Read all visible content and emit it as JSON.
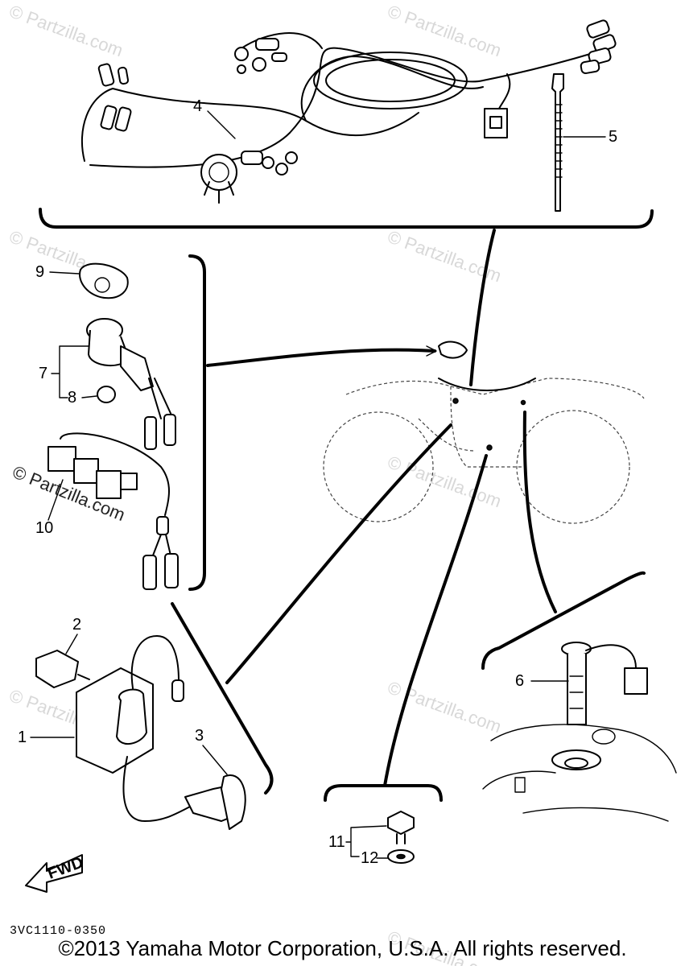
{
  "diagram": {
    "callouts": [
      "1",
      "2",
      "3",
      "4",
      "5",
      "6",
      "7",
      "8",
      "9",
      "10",
      "11",
      "12"
    ],
    "fwd_label": "FWD",
    "catalog_code": "3VC1110-0350",
    "watermark": "© Partzilla.com",
    "copyright": "©2013  Yamaha Motor Corporation, U.S.A. All rights reserved."
  }
}
